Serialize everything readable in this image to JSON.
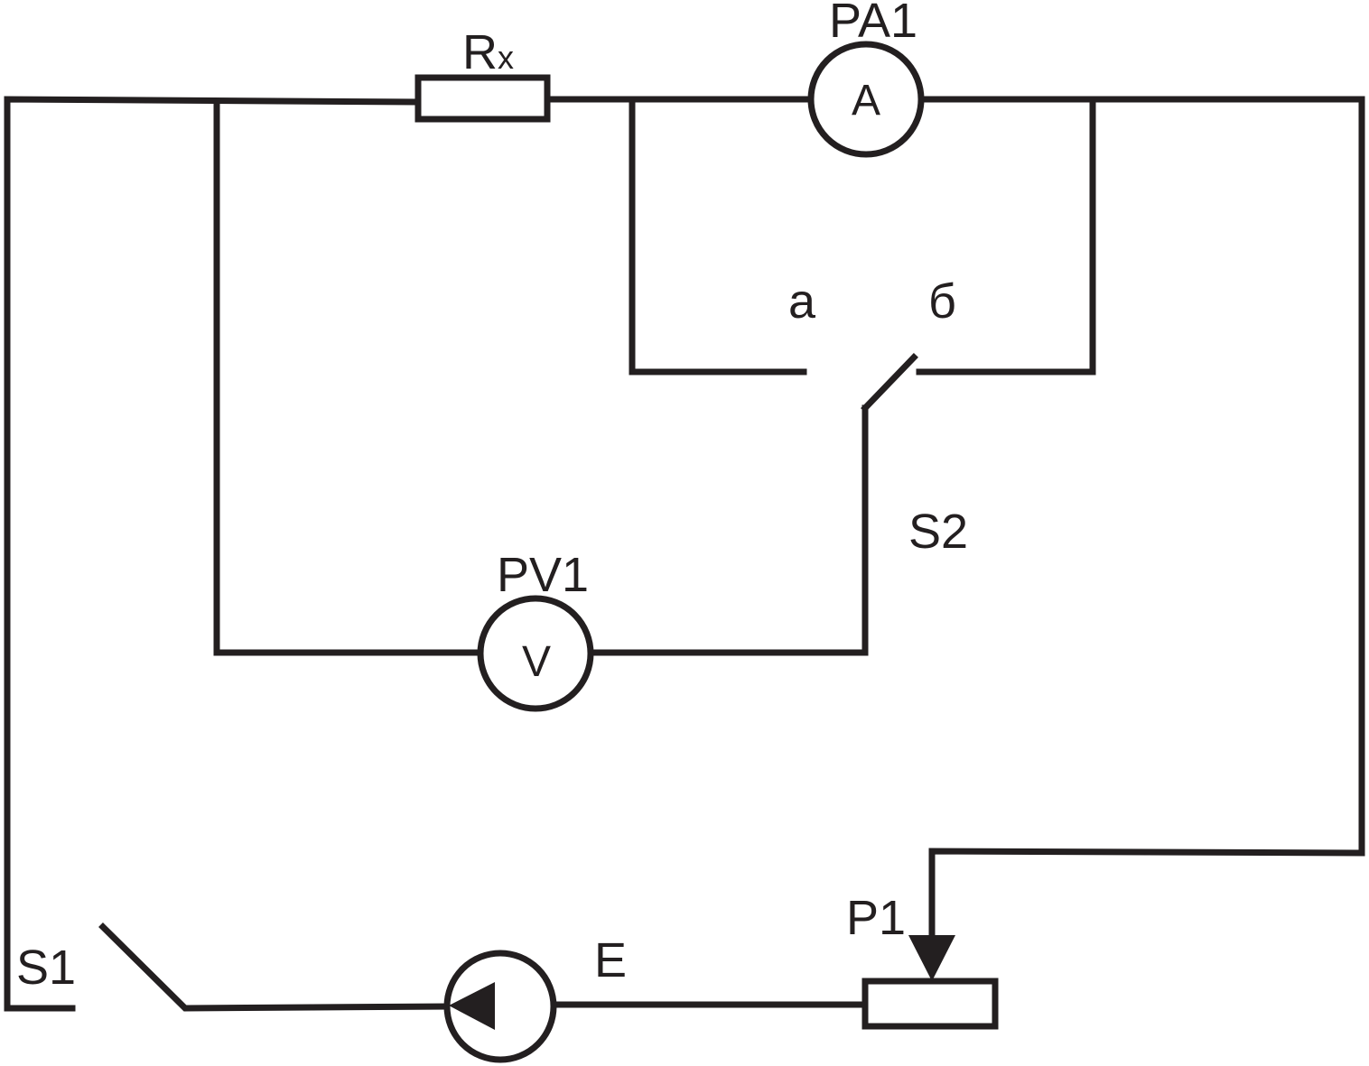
{
  "diagram": {
    "type": "circuit-schematic",
    "colors": {
      "line": "#231f20",
      "background": "#ffffff"
    },
    "labels": {
      "rx_main": "R",
      "rx_sub": "x",
      "pa1": "PA1",
      "ammeter_symbol": "A",
      "pv1": "PV1",
      "voltmeter_symbol": "V",
      "contact_a": "а",
      "contact_b": "б",
      "s2": "S2",
      "s1": "S1",
      "e": "E",
      "p1": "P1"
    },
    "components": [
      {
        "id": "Rx",
        "kind": "resistor"
      },
      {
        "id": "PA1",
        "kind": "ammeter"
      },
      {
        "id": "PV1",
        "kind": "voltmeter"
      },
      {
        "id": "S2",
        "kind": "changeover-switch"
      },
      {
        "id": "S1",
        "kind": "switch"
      },
      {
        "id": "E",
        "kind": "source"
      },
      {
        "id": "P1",
        "kind": "rheostat"
      }
    ]
  }
}
